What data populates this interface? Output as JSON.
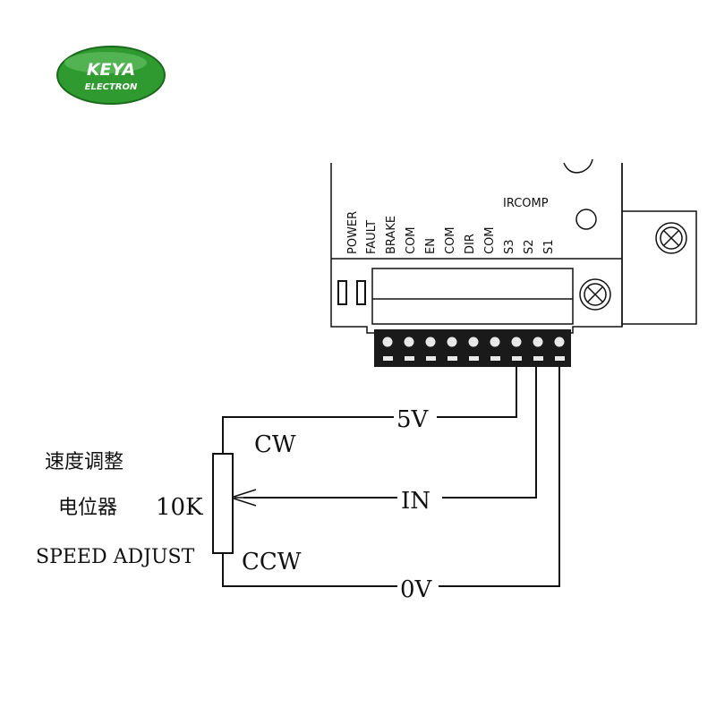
{
  "logo": {
    "line1": "KEYA",
    "line2": "ELECTRON",
    "color": "#2f9a2f"
  },
  "controller": {
    "pins": [
      "POWER",
      "FAULT",
      "BRAKE",
      "COM",
      "EN",
      "COM",
      "DIR",
      "COM",
      "S3",
      "S2",
      "S1"
    ],
    "group_label": "IRCOMP"
  },
  "wires": {
    "v5": "5V",
    "in": "IN",
    "ov": "0V"
  },
  "potentiometer": {
    "cw": "CW",
    "ccw": "CCW",
    "label_cn_1": "速度调整",
    "label_cn_2": "电位器",
    "value": "10K",
    "label_en": "SPEED ADJUST"
  }
}
